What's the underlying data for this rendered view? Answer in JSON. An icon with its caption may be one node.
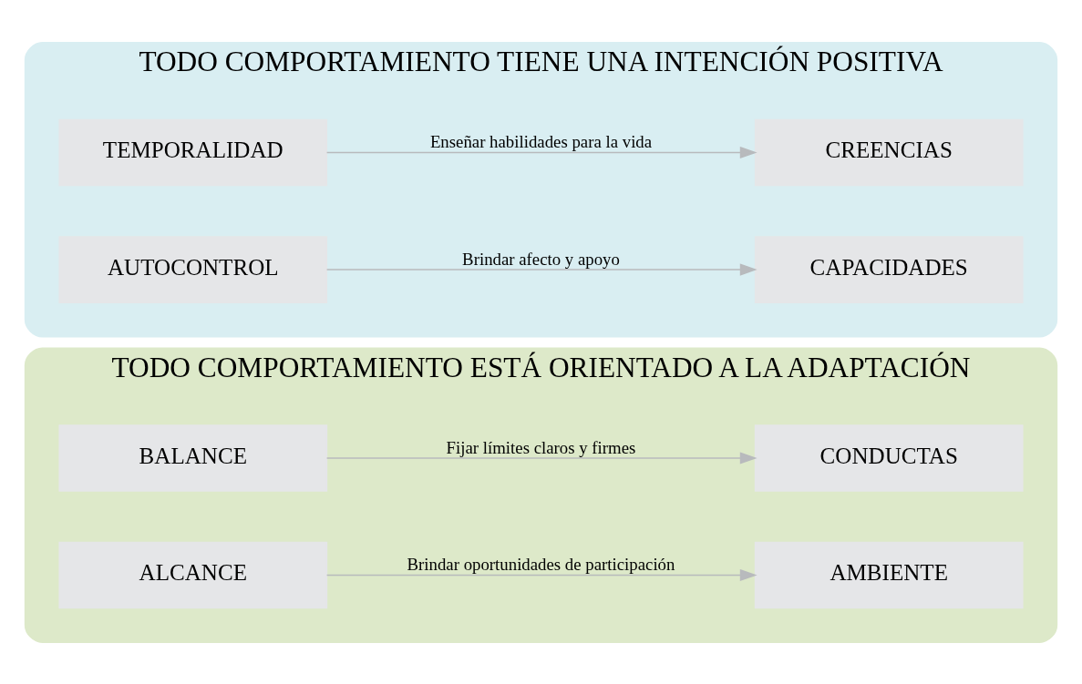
{
  "diagram": {
    "nodes": [
      {
        "text": [
          "TODO COMPORTAMIENTO TIENE UNA INTENCIÓN POSITIVA"
        ]
      },
      {
        "text": [
          "TEMPORALIDAD"
        ],
        "in": 0
      },
      {
        "text": [
          "CREENCIAS"
        ],
        "in": 0
      },
      {
        "text": [
          "AUTOCONTROL"
        ],
        "in": 0
      },
      {
        "text": [
          "CAPACIDADES"
        ],
        "in": 0
      },
      {
        "text": [
          "TODO COMPORTAMIENTO ESTÁ ORIENTADO A LA ADAPTACIÓN"
        ]
      },
      {
        "text": [
          "BALANCE"
        ],
        "in": 5
      },
      {
        "text": [
          "CONDUCTAS"
        ],
        "in": 5
      },
      {
        "text": [
          "ALCANCE"
        ],
        "in": 5
      },
      {
        "text": [
          "AMBIENTE"
        ],
        "in": 5
      }
    ],
    "edges": [
      {
        "from": 1,
        "to": 2,
        "arrow": "to",
        "label": "Enseñar habilidades para la vida"
      },
      {
        "from": 3,
        "to": 4,
        "arrow": "to",
        "label": "Brindar afecto y apoyo"
      },
      {
        "from": 6,
        "to": 7,
        "arrow": "to",
        "label": "Fijar límites claros y firmes"
      },
      {
        "from": 8,
        "to": 9,
        "arrow": "to",
        "label": "Brindar oportunidades de participación"
      }
    ]
  }
}
